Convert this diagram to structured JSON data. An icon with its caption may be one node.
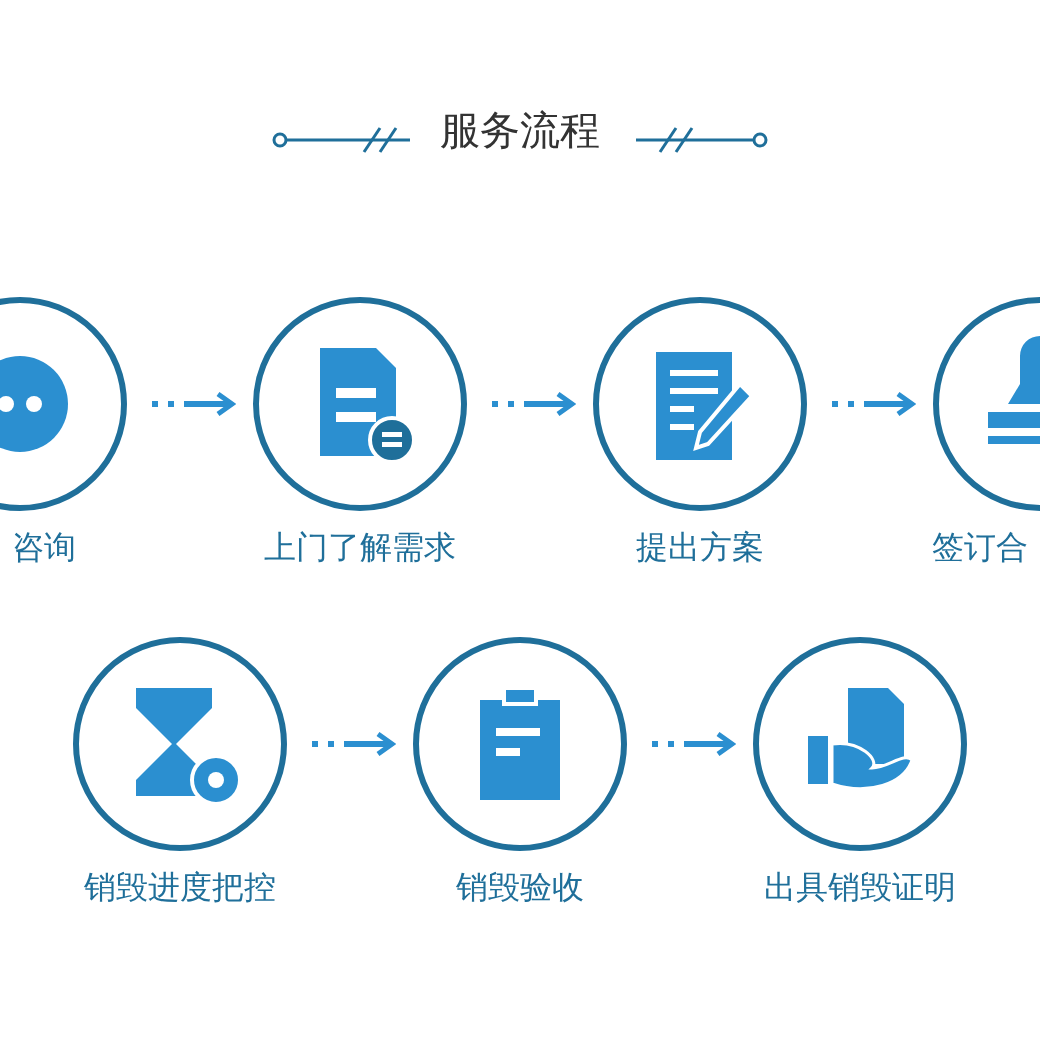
{
  "diagram": {
    "title": "服务流程",
    "nodes": [
      {
        "text": [
          "咨询"
        ]
      },
      {
        "text": [
          "上门了解需求"
        ]
      },
      {
        "text": [
          "提出方案"
        ]
      },
      {
        "text": [
          "签订合"
        ]
      },
      {
        "text": [
          "销毁进度把控"
        ]
      },
      {
        "text": [
          "销毁验收"
        ]
      },
      {
        "text": [
          "出具销毁证明"
        ]
      }
    ],
    "edges": [
      {
        "from": 0,
        "to": 1,
        "arrow": "to"
      },
      {
        "from": 1,
        "to": 2,
        "arrow": "to"
      },
      {
        "from": 2,
        "to": 3,
        "arrow": "to"
      },
      {
        "from": 4,
        "to": 5,
        "arrow": "to"
      },
      {
        "from": 5,
        "to": 6,
        "arrow": "to"
      }
    ]
  }
}
